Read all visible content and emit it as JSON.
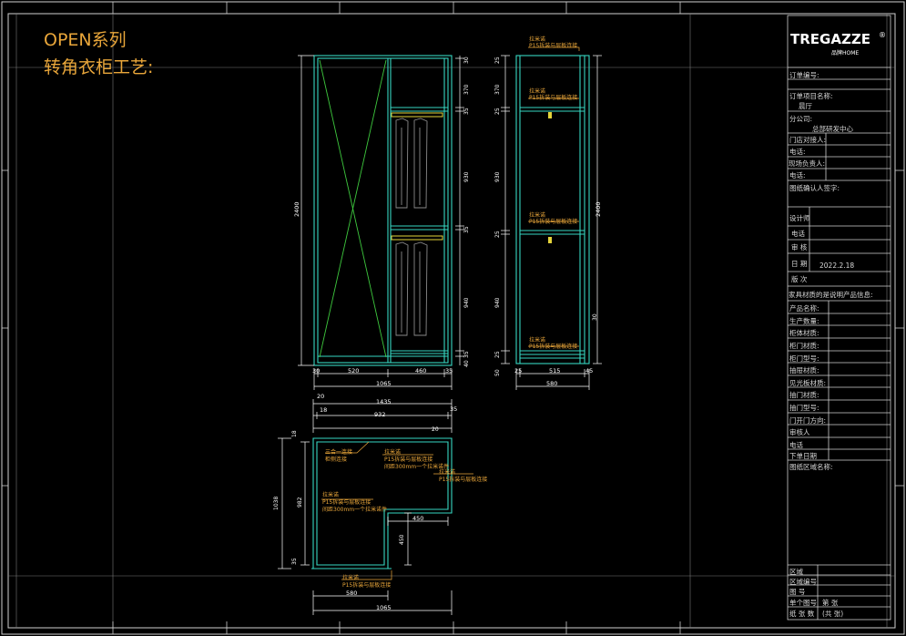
{
  "title": {
    "line1": "OPEN系列",
    "line2": "转角衣柜工艺:"
  },
  "logo": {
    "brand": "TREGAZZE",
    "sub": "品牌HOME",
    "reg_mark": "®"
  },
  "title_block": {
    "order_no_label": "订单编号:",
    "project_label": "订单项目名称:",
    "project_value": "晨厅",
    "branch_label": "分公司:",
    "branch_value": "总部研发中心",
    "store_contact_label": "门店对接人:",
    "phone1_label": "电话:",
    "site_manager_label": "现场负责人:",
    "phone2_label": "电话:",
    "confirm_label": "图纸确认人签字:",
    "designer_label": "设计师",
    "phone3_label": "电话",
    "review_label": "审 核",
    "date_label": "日 期",
    "date_value": "2022.2.18",
    "version_label": "版 次",
    "info_label": "家具材质的是说明产品信息:",
    "product_name_label": "产品名称:",
    "quantity_label": "生产数量:",
    "body_material_label": "柜体材质:",
    "door_material_label": "柜门材质:",
    "door_model_label": "柜门型号:",
    "handle_material_label": "抽屉材质:",
    "ctype_label": "见光板材质:",
    "drawer_material_label": "抽门材质:",
    "drawer_model_label": "抽门型号:",
    "door_direction_label": "门开门方向:",
    "reviewer_label": "审核人",
    "phone4_label": "电话",
    "order_date_label": "下单日期",
    "area_name_label": "图纸区域名称:",
    "zone_label": "区域",
    "zone_no_label": "区域编号",
    "drawing_no_label": "图 号",
    "sheet_order_label": "单个图号",
    "sheet_order_value": "第 张",
    "sheet_total_label": "纸 张 数",
    "sheet_total_value": "(共 张)"
  },
  "front_view": {
    "height": "2400",
    "dims_right": [
      "30",
      "370",
      "35",
      "930",
      "35",
      "940",
      "35",
      "40"
    ],
    "dims_bottom": [
      "30",
      "520",
      "460",
      "35"
    ],
    "total_width": "1065"
  },
  "side_view": {
    "height": "2400",
    "dims_left": [
      "25",
      "370",
      "25",
      "930",
      "25",
      "940",
      "25",
      "50"
    ],
    "dims_bottom": [
      "25",
      "515",
      "45"
    ],
    "total_width": "580",
    "note_right": "30",
    "annotations": [
      {
        "line1": "拉米诺",
        "line2": "P15拆装与层板连接"
      },
      {
        "line1": "拉米诺",
        "line2": "P15拆装与层板连接"
      },
      {
        "line1": "拉米诺",
        "line2": "P15拆装与层板连接"
      },
      {
        "line1": "拉米诺",
        "line2": "P15拆装与层板连接"
      }
    ]
  },
  "plan_view": {
    "top_dims": [
      "20",
      "1435",
      "18",
      "932",
      "35"
    ],
    "left_dims": [
      "1038",
      "982",
      "18",
      "35"
    ],
    "corner_label": "20",
    "dim_450": "450",
    "dim_vertical": "450",
    "bottom_dims": [
      "580",
      "1065"
    ],
    "annotations": [
      {
        "line1": "三合一连接",
        "line2": "柜侧连接"
      },
      {
        "line1": "拉米诺",
        "line2": "P15拆装与层板连接",
        "line3": "间距300mm一个拉米诺件"
      },
      {
        "line1": "拉米诺",
        "line2": "P15拆装与层板连接"
      },
      {
        "line1": "拉米诺",
        "line2": "P15拆装与层板连接",
        "line3": "间距300mm一个拉米诺件"
      },
      {
        "line1": "拉米诺",
        "line2": "P15拆装与层板连接"
      }
    ]
  },
  "colors": {
    "frame": "#ffffff",
    "cabinet": "#36d6c2",
    "dimension": "#ffffff",
    "annotation": "#e9a63a",
    "green_cross": "#3ec93e",
    "hanger": "#e4d33a"
  }
}
